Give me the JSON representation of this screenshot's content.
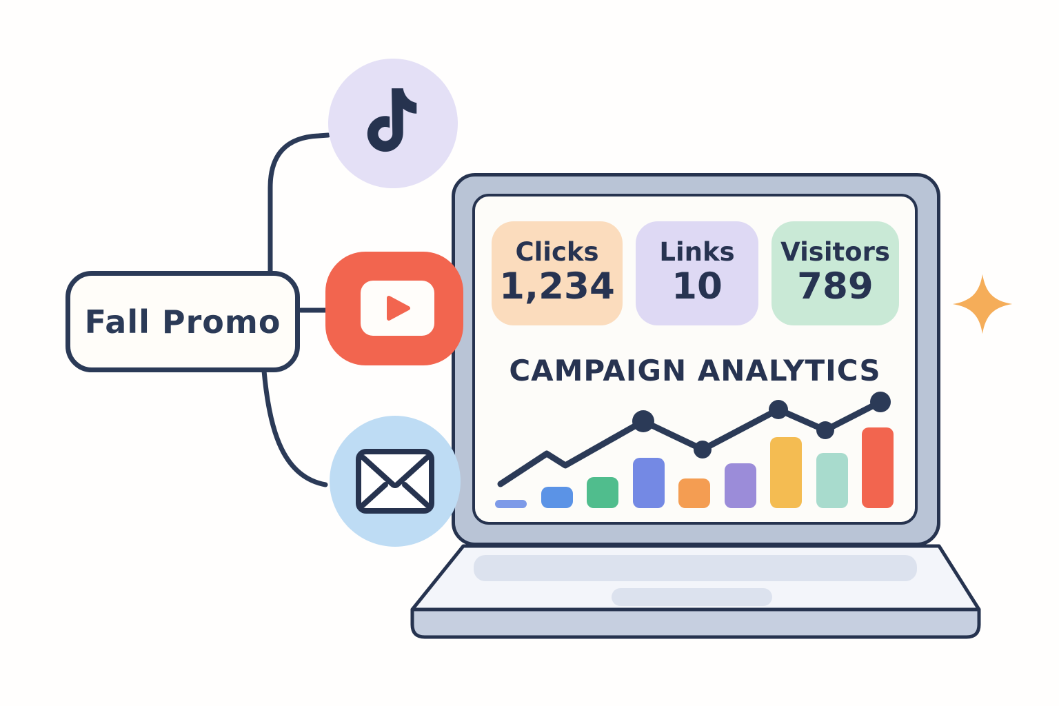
{
  "campaign": {
    "name": "Fall Promo"
  },
  "channels": [
    {
      "id": "tiktok",
      "icon": "tiktok-note-icon",
      "circle_color": "#e4e0f6"
    },
    {
      "id": "youtube",
      "icon": "youtube-play-icon",
      "badge_color": "#f2654f"
    },
    {
      "id": "email",
      "icon": "envelope-icon",
      "circle_color": "#bedcf4"
    }
  ],
  "dashboard": {
    "title": "CAMPAIGN ANALYTICS",
    "stats": [
      {
        "label": "Clicks",
        "value": "1,234",
        "bg": "#fbdcbd"
      },
      {
        "label": "Links",
        "value": "10",
        "bg": "#ded9f4"
      },
      {
        "label": "Visitors",
        "value": "789",
        "bg": "#c9e9d6"
      }
    ]
  },
  "chart_data": {
    "type": "bar",
    "note": "decorative unlabeled bar chart with overlaid line-and-dot trend, values are relative heights in px",
    "bars": [
      {
        "color": "#7d9ae8",
        "height": 12
      },
      {
        "color": "#5b93e6",
        "height": 31
      },
      {
        "color": "#50bd8d",
        "height": 45
      },
      {
        "color": "#7489e4",
        "height": 73
      },
      {
        "color": "#f49d52",
        "height": 43
      },
      {
        "color": "#9b8cd9",
        "height": 65
      },
      {
        "color": "#f4bc52",
        "height": 103
      },
      {
        "color": "#a8dbcd",
        "height": 80
      },
      {
        "color": "#f2654f",
        "height": 117
      }
    ],
    "line": {
      "color": "#2b3a57",
      "stroke_width": 9,
      "points": [
        [
          37,
          417
        ],
        [
          104,
          373
        ],
        [
          131,
          390
        ],
        [
          244,
          326
        ],
        [
          330,
          367
        ],
        [
          440,
          309
        ],
        [
          508,
          339
        ],
        [
          588,
          298
        ]
      ],
      "dots": [
        [
          244,
          326,
          16
        ],
        [
          330,
          367,
          13
        ],
        [
          440,
          309,
          14
        ],
        [
          508,
          339,
          13
        ],
        [
          588,
          298,
          15
        ]
      ]
    }
  },
  "decorations": {
    "sparkle_color": "#f5ad59"
  },
  "colors": {
    "outline_navy": "#2b3a57",
    "text_navy": "#273351",
    "laptop_bezel": "#b9c4d6",
    "laptop_base_top": "#f3f5fa",
    "laptop_base_edge": "#c6cfe0",
    "laptop_keyboard": "#dce2ee"
  }
}
